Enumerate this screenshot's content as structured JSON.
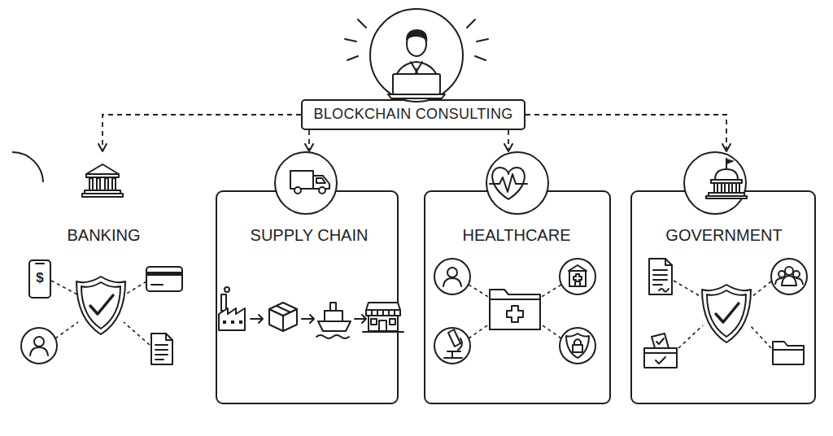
{
  "diagram": {
    "nodes": [
      {
        "text": [
          "BLOCKCHAIN CONSULTING"
        ]
      },
      {
        "text": [
          "BANKING"
        ]
      },
      {
        "text": [
          "SUPPLY CHAIN"
        ]
      },
      {
        "text": [
          "HEALTHCARE"
        ]
      },
      {
        "text": [
          "GOVERNMENT"
        ]
      }
    ],
    "edges": [
      {
        "from": 0,
        "to": 1,
        "arrow": "to"
      },
      {
        "from": 0,
        "to": 2,
        "arrow": "to"
      },
      {
        "from": 0,
        "to": 3,
        "arrow": "to"
      },
      {
        "from": 0,
        "to": 4,
        "arrow": "to"
      }
    ],
    "labels": [
      "$"
    ]
  }
}
